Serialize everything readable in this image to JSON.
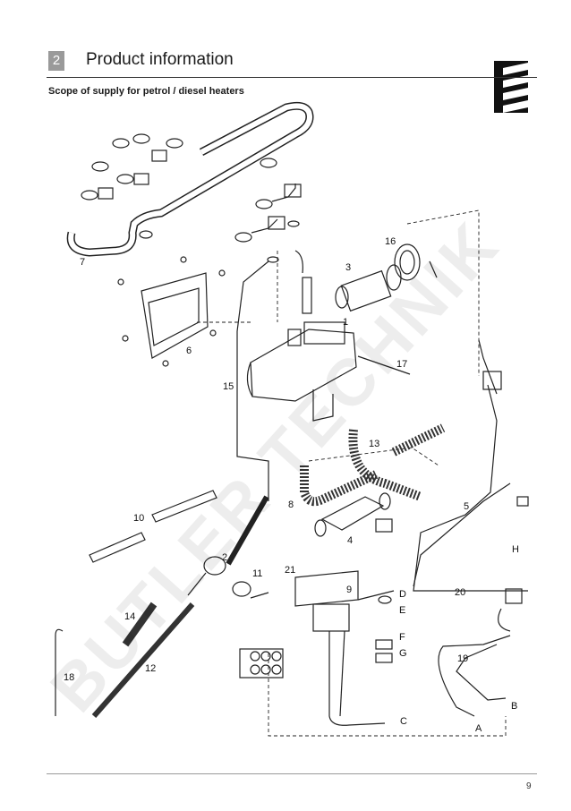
{
  "header": {
    "section_number": "2",
    "section_title": "Product information"
  },
  "subtitle": "Scope of supply for petrol / diesel heaters",
  "watermark": "BUTLER TECHNIK",
  "callouts": {
    "c1": "1",
    "c2": "2",
    "c3": "3",
    "c4": "4",
    "c5": "5",
    "c6": "6",
    "c7": "7",
    "c8": "8",
    "c9": "9",
    "c10": "10",
    "c11": "11",
    "c12": "12",
    "c13": "13",
    "c14": "14",
    "c15": "15",
    "c16": "16",
    "c17": "17",
    "c18": "18",
    "c19": "19",
    "c20": "20",
    "c21": "21",
    "A": "A",
    "B": "B",
    "C": "C",
    "D": "D",
    "E": "E",
    "F": "F",
    "G": "G",
    "H": "H"
  },
  "page_number": "9"
}
